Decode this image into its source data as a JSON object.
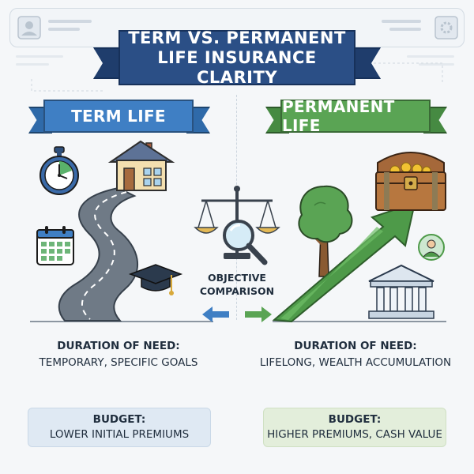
{
  "title": {
    "line1": "TERM VS. PERMANENT",
    "line2": "LIFE INSURANCE CLARITY"
  },
  "term": {
    "heading": "TERM LIFE",
    "duration_label": "DURATION OF NEED:",
    "duration_value": "TEMPORARY, SPECIFIC GOALS",
    "budget_label": "BUDGET:",
    "budget_value": "LOWER INITIAL PREMIUMS",
    "icons": [
      "stopwatch-icon",
      "calendar-icon",
      "house-icon",
      "road-icon",
      "graduation-cap-icon"
    ]
  },
  "permanent": {
    "heading": "PERMANENT LIFE",
    "duration_label": "DURATION OF NEED:",
    "duration_value": "LIFELONG, WEALTH ACCUMULATION",
    "budget_label": "BUDGET:",
    "budget_value": "HIGHER PREMIUMS, CASH VALUE",
    "icons": [
      "tree-icon",
      "treasure-chest-icon",
      "growth-arrow-icon",
      "advisor-icon",
      "bank-icon"
    ]
  },
  "center": {
    "line1": "OBJECTIVE",
    "line2": "COMPARISON",
    "icons": [
      "scales-icon",
      "magnifier-icon",
      "arrow-left-icon",
      "arrow-right-icon"
    ]
  },
  "colors": {
    "title_blue": "#2b4f86",
    "term_blue": "#3f7fc4",
    "perm_green": "#5aa454",
    "budget_term_bg": "#dfe9f3",
    "budget_perm_bg": "#e3eedb"
  }
}
